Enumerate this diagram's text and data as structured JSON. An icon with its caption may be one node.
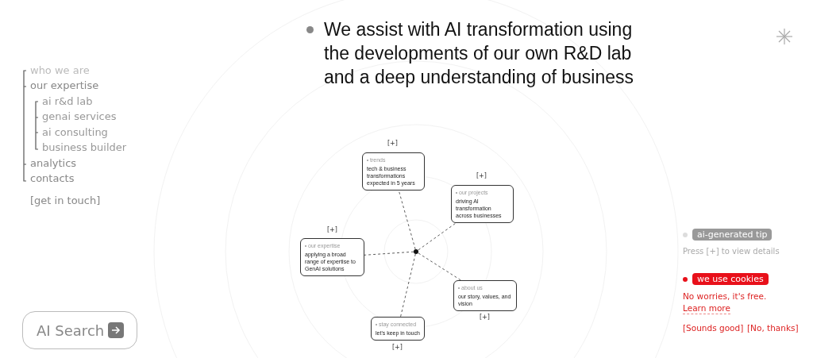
{
  "diagram": {
    "title": "We assist with AI transformation using the developments of our own R&D lab and a deep understanding of business",
    "nodes": [
      {
        "text": [
          "trends",
          "tech & business transformations expected in 5 years"
        ],
        "beside": [
          "[+]"
        ]
      },
      {
        "text": [
          "our projects",
          "driving AI transformation across businesses"
        ],
        "beside": [
          "[+]"
        ]
      },
      {
        "text": [
          "our expertise",
          "applying a broad range of expertise to GenAI solutions"
        ],
        "beside": [
          "[+]"
        ]
      },
      {
        "text": [],
        "shape": "circle"
      },
      {
        "text": [
          "about us",
          "our story, values, and vision"
        ],
        "beside": [
          "[+]"
        ]
      },
      {
        "text": [
          "stay connected",
          "let's keep in touch"
        ],
        "beside": [
          "[+]"
        ]
      }
    ],
    "edges": [
      {
        "from": 3,
        "to": 0,
        "arrow": "none",
        "style": "dashed"
      },
      {
        "from": 3,
        "to": 1,
        "arrow": "none",
        "style": "dashed"
      },
      {
        "from": 3,
        "to": 2,
        "arrow": "none",
        "style": "dashed"
      },
      {
        "from": 3,
        "to": 4,
        "arrow": "none",
        "style": "dashed"
      },
      {
        "from": 3,
        "to": 5,
        "arrow": "none",
        "style": "dashed"
      }
    ],
    "labels": [
      "who we are",
      "our expertise",
      "ai r&d lab",
      "genai services",
      "ai consulting",
      "business builder",
      "analytics",
      "contacts",
      "[get in touch]",
      "AI Search",
      "ai-generated tip",
      "Press [+] to view details",
      "we use cookies",
      "No worries, it's free.",
      "Learn more",
      "[Sounds good]",
      "[No, thanks]"
    ]
  }
}
